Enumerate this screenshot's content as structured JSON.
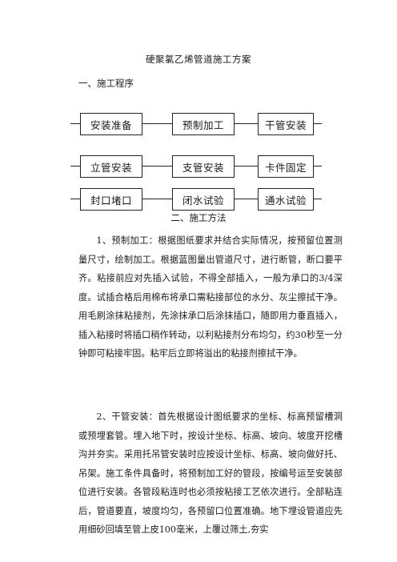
{
  "doc_title": "硬聚氯乙烯管道施工方案",
  "section1_heading": "一、施工程序",
  "flow": {
    "row1": [
      "安装准备",
      "预制加工",
      "干管安装"
    ],
    "row2": [
      "立管安装",
      "支管安装",
      "卡件固定"
    ],
    "row3": [
      "封口堵口",
      "闭水试验",
      "通水试验"
    ]
  },
  "section2_heading": "二、施工方法",
  "paragraph1": "1、预制加工：根据图纸要求并结合实际情况，按预留位置测量尺寸，绘制加工。根据蓝图量出管道尺寸，进行断管，断口要平齐。粘接前应对先插入试验，不得全部插入，一般为承口的3/4深度。试插合格后用棉布将承口需粘接部位的水分、灰尘擦拭干净。用毛刷涂抹粘接剂，先涂抹承口后涂抹插口，随即用力垂直插入，插入粘接时将插口稍作转动，以利粘接剂分布均匀，约30秒至一分钟即可粘接牢固。粘牢后立即将溢出的粘接剂擦拭干净。",
  "paragraph2": "2、干管安装：首先根据设计图纸要求的坐标、标高预留槽洞或预埋套管。埋入地下时，按设计坐标、标高、坡向、坡度开挖槽沟并夯实。采用托吊管安装时应按设计坐标、标高、坡向做好托、吊架。施工条件具备时，将预制加工好的管段，按编号运至安装部位进行安装。各管段粘连时也必须按粘接工艺依次进行。全部粘连后，管道要直，坡度均匀，各预留口位置准确。地下埋设管道应先用细砂回填至管上皮100毫米，上覆过筛土,夯实"
}
